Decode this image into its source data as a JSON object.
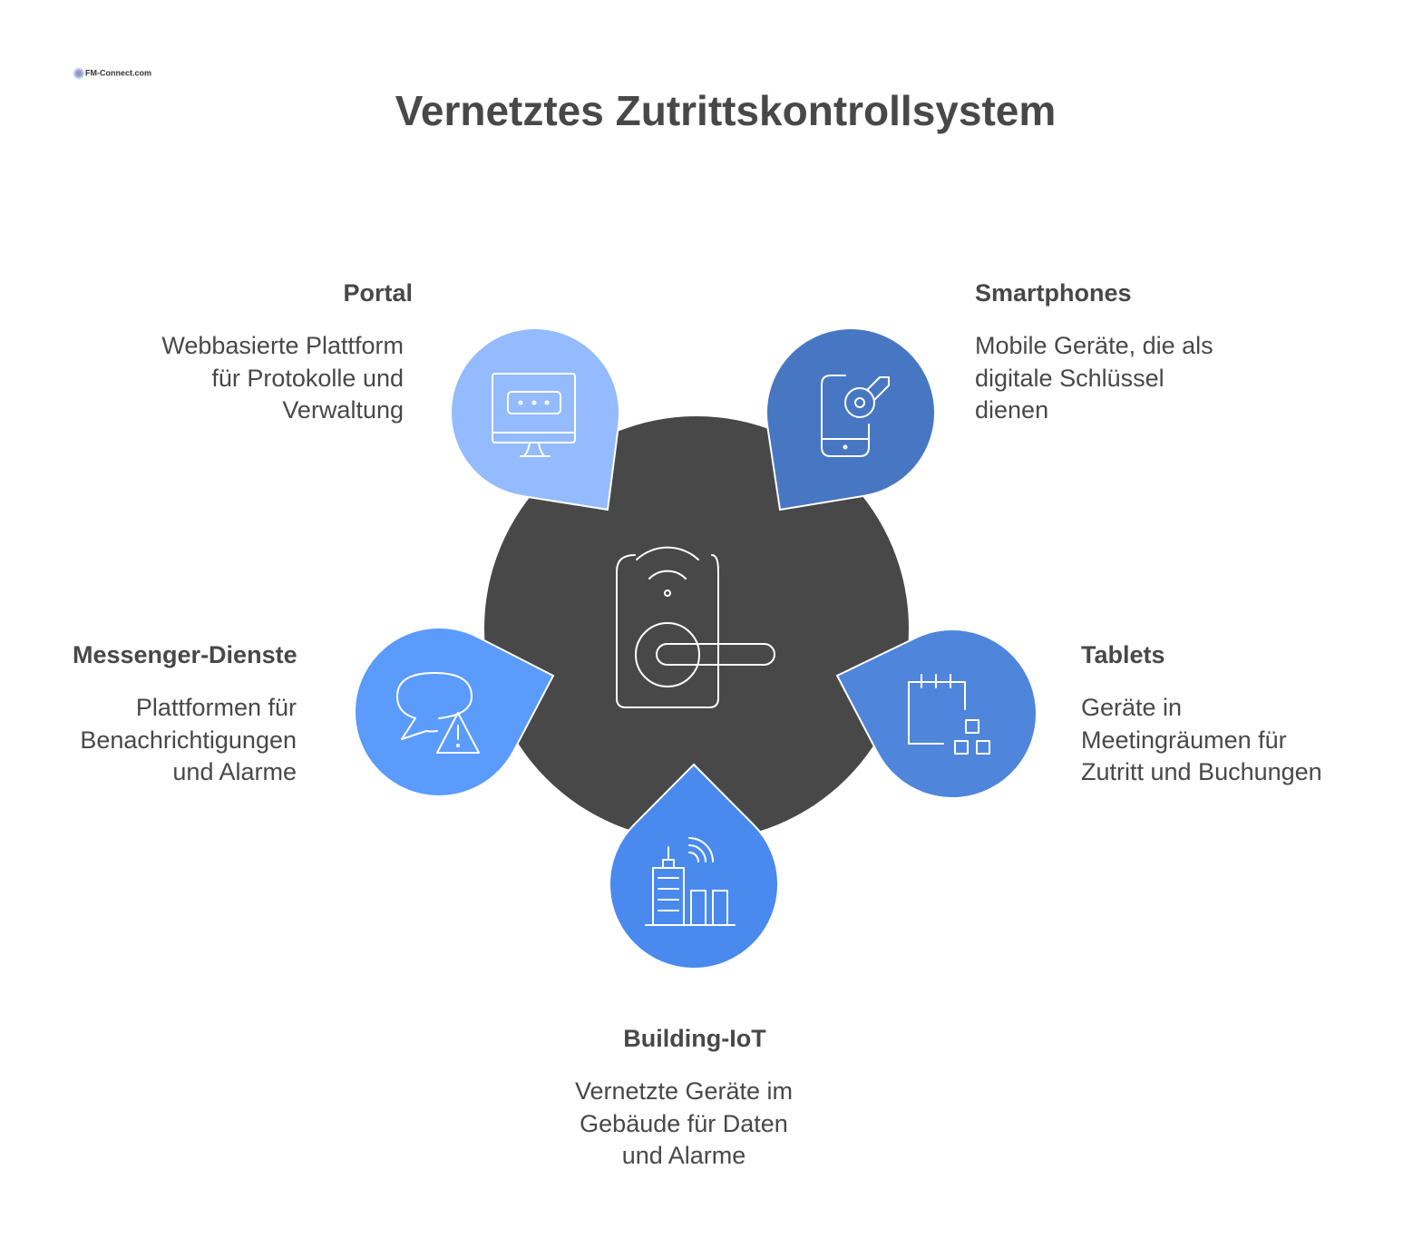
{
  "title": "Vernetztes Zutrittskontrollsystem",
  "logo": {
    "text": "FM-Connect.com"
  },
  "colors": {
    "center": "#484848",
    "portal": "#94BBFD",
    "smartphones": "#4777C3",
    "messenger": "#5B9BFB",
    "tablets": "#4F86DB",
    "building": "#4A8AEE"
  },
  "center": {
    "icon": "smart-door-lock-icon"
  },
  "nodes": {
    "portal": {
      "title": "Portal",
      "description": "Webbasierte Plattform\nfür Protokolle und\nVerwaltung",
      "icon": "monitor-password-icon"
    },
    "smartphones": {
      "title": "Smartphones",
      "description": "Mobile Geräte, die als\ndigitale Schlüssel\ndienen",
      "icon": "phone-key-icon"
    },
    "messenger": {
      "title": "Messenger-Dienste",
      "description": "Plattformen für\nBenachrichtigungen\nund Alarme",
      "icon": "chat-alert-icon"
    },
    "tablets": {
      "title": "Tablets",
      "description": "Geräte in\nMeetingräumen für\nZutritt und Buchungen",
      "icon": "calendar-grid-icon"
    },
    "building": {
      "title": "Building-IoT",
      "description": "Vernetzte Geräte im\nGebäude für Daten\nund Alarme",
      "icon": "building-signal-icon"
    }
  }
}
